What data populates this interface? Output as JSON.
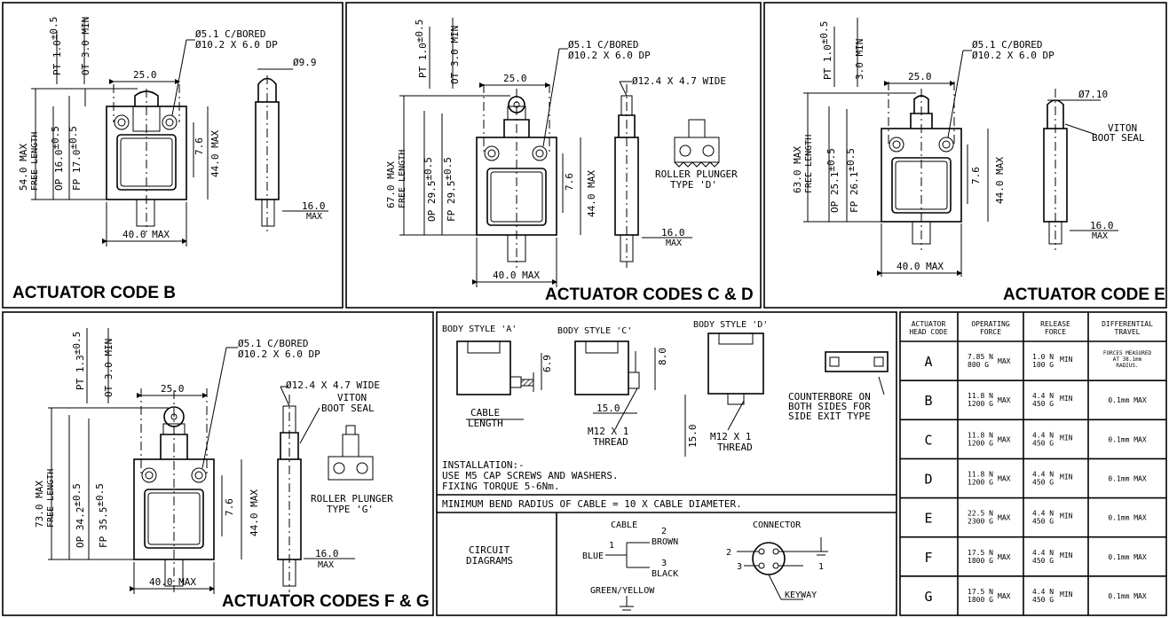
{
  "panels": {
    "b": {
      "title": "ACTUATOR CODE B",
      "dims": {
        "pt": "PT 1.0",
        "pt_tol": "±0.5",
        "ot": "OT 3.0 MIN",
        "width": "25.0",
        "bore1": "Ø5.1 C/BORED",
        "bore2": "Ø10.2 X 6.0 DP",
        "plunger": "Ø9.9",
        "free": "54.0 MAX",
        "free_label": "FREE LENGTH",
        "op": "OP 16.0",
        "op_tol": "±0.5",
        "fp": "FP 17.0",
        "fp_tol": "±0.5",
        "hole": "7.6",
        "body": "44.0 MAX",
        "base": "40.0 MAX",
        "side": "16.0",
        "side_max": "MAX"
      }
    },
    "cd": {
      "title": "ACTUATOR CODES C & D",
      "dims": {
        "pt": "PT 1.0",
        "pt_tol": "±0.5",
        "ot": "OT 3.0 MIN",
        "width": "25.0",
        "bore1": "Ø5.1 C/BORED",
        "bore2": "Ø10.2 X 6.0 DP",
        "roller": "Ø12.4 X 4.7 WIDE",
        "free": "67.0 MAX",
        "free_label": "FREE LENGTH",
        "op": "OP 29.5",
        "op_tol": "±0.5",
        "fp": "FP 29.5",
        "fp_tol": "±0.5",
        "hole": "7.6",
        "body": "44.0 MAX",
        "base": "40.0 MAX",
        "side": "16.0",
        "side_max": "MAX",
        "roller_label1": "ROLLER PLUNGER",
        "roller_label2": "TYPE 'D'"
      }
    },
    "e": {
      "title": "ACTUATOR CODE E",
      "dims": {
        "pt": "PT 1.0",
        "pt_tol": "±0.5",
        "ot": "3.0 MIN",
        "width": "25.0",
        "bore1": "Ø5.1 C/BORED",
        "bore2": "Ø10.2 X 6.0 DP",
        "plunger": "Ø7.10",
        "viton1": "VITON",
        "viton2": "BOOT SEAL",
        "free": "63.0 MAX",
        "free_label": "FREE LENGTH",
        "op": "OP 25.1",
        "op_tol": "±0.5",
        "fp": "FP 26.1",
        "fp_tol": "±0.5",
        "hole": "7.6",
        "body": "44.0 MAX",
        "base": "40.0 MAX",
        "side": "16.0",
        "side_max": "MAX"
      }
    },
    "fg": {
      "title": "ACTUATOR CODES F & G",
      "dims": {
        "pt": "PT 1.3",
        "pt_tol": "±0.5",
        "ot": "OT 3.0 MIN",
        "width": "25.0",
        "bore1": "Ø5.1 C/BORED",
        "bore2": "Ø10.2 X 6.0 DP",
        "roller": "Ø12.4 X 4.7 WIDE",
        "viton1": "VITON",
        "viton2": "BOOT SEAL",
        "free": "73.0 MAX",
        "free_label": "FREE LENGTH",
        "op": "OP 34.2",
        "op_tol": "±0.5",
        "fp": "FP 35.5",
        "fp_tol": "±0.5",
        "hole": "7.6",
        "body": "44.0 MAX",
        "base": "40.0 MAX",
        "side": "16.0",
        "side_max": "MAX",
        "roller_label1": "ROLLER PLUNGER",
        "roller_label2": "TYPE 'G'"
      }
    }
  },
  "body_styles": {
    "a_label": "BODY STYLE 'A'",
    "c_label": "BODY STYLE 'C'",
    "d_label": "BODY STYLE 'D'",
    "a_dim": "6.9",
    "c_dim": "8.0",
    "cable1": "CABLE",
    "cable2": "LENGTH",
    "c_len": "15.0",
    "c_thread1": "M12 X 1",
    "c_thread2": "THREAD",
    "d_len": "15.0",
    "d_thread1": "M12 X 1",
    "d_thread2": "THREAD",
    "cb1": "COUNTERBORE ON",
    "cb2": "BOTH SIDES FOR",
    "cb3": "SIDE EXIT TYPE",
    "inst1": "INSTALLATION:-",
    "inst2": "USE M5 CAP SCREWS AND WASHERS.",
    "inst3": "FIXING TORQUE 5-6Nm.",
    "bend": "MINIMUM BEND RADIUS OF CABLE = 10 X CABLE DIAMETER."
  },
  "circuit": {
    "label1": "CIRCUIT",
    "label2": "DIAGRAMS",
    "cable_h": "CABLE",
    "connector_h": "CONNECTOR",
    "n1": "1",
    "blue": "BLUE",
    "n2": "2",
    "brown": "BROWN",
    "n3": "3",
    "black": "BLACK",
    "gy": "GREEN/YELLOW",
    "p1": "1",
    "p2": "2",
    "p3": "3",
    "keyway": "KEYWAY"
  },
  "table": {
    "headers": [
      [
        "ACTUATOR",
        "HEAD CODE"
      ],
      [
        "OPERATING",
        "FORCE"
      ],
      [
        "RELEASE",
        "FORCE"
      ],
      [
        "DIFFERENTIAL",
        "TRAVEL"
      ]
    ],
    "rows": [
      {
        "code": "A",
        "op_n": "7.85 N",
        "op_g": "800 G",
        "op_m": "MAX",
        "rel_n": "1.0 N",
        "rel_g": "100 G",
        "rel_m": "MIN",
        "diff1": "FORCES MEASURED",
        "diff2": "AT 38.1mm",
        "diff3": "RADIUS."
      },
      {
        "code": "B",
        "op_n": "11.8 N",
        "op_g": "1200 G",
        "op_m": "MAX",
        "rel_n": "4.4 N",
        "rel_g": "450 G",
        "rel_m": "MIN",
        "diff1": "0.1mm MAX"
      },
      {
        "code": "C",
        "op_n": "11.8 N",
        "op_g": "1200 G",
        "op_m": "MAX",
        "rel_n": "4.4 N",
        "rel_g": "450 G",
        "rel_m": "MIN",
        "diff1": "0.1mm MAX"
      },
      {
        "code": "D",
        "op_n": "11.8 N",
        "op_g": "1200 G",
        "op_m": "MAX",
        "rel_n": "4.4 N",
        "rel_g": "450 G",
        "rel_m": "MIN",
        "diff1": "0.1mm MAX"
      },
      {
        "code": "E",
        "op_n": "22.5 N",
        "op_g": "2300 G",
        "op_m": "MAX",
        "rel_n": "4.4 N",
        "rel_g": "450 G",
        "rel_m": "MIN",
        "diff1": "0.1mm MAX"
      },
      {
        "code": "F",
        "op_n": "17.5 N",
        "op_g": "1800 G",
        "op_m": "MAX",
        "rel_n": "4.4 N",
        "rel_g": "450 G",
        "rel_m": "MIN",
        "diff1": "0.1mm MAX"
      },
      {
        "code": "G",
        "op_n": "17.5 N",
        "op_g": "1800 G",
        "op_m": "MAX",
        "rel_n": "4.4 N",
        "rel_g": "450 G",
        "rel_m": "MIN",
        "diff1": "0.1mm MAX"
      }
    ]
  }
}
